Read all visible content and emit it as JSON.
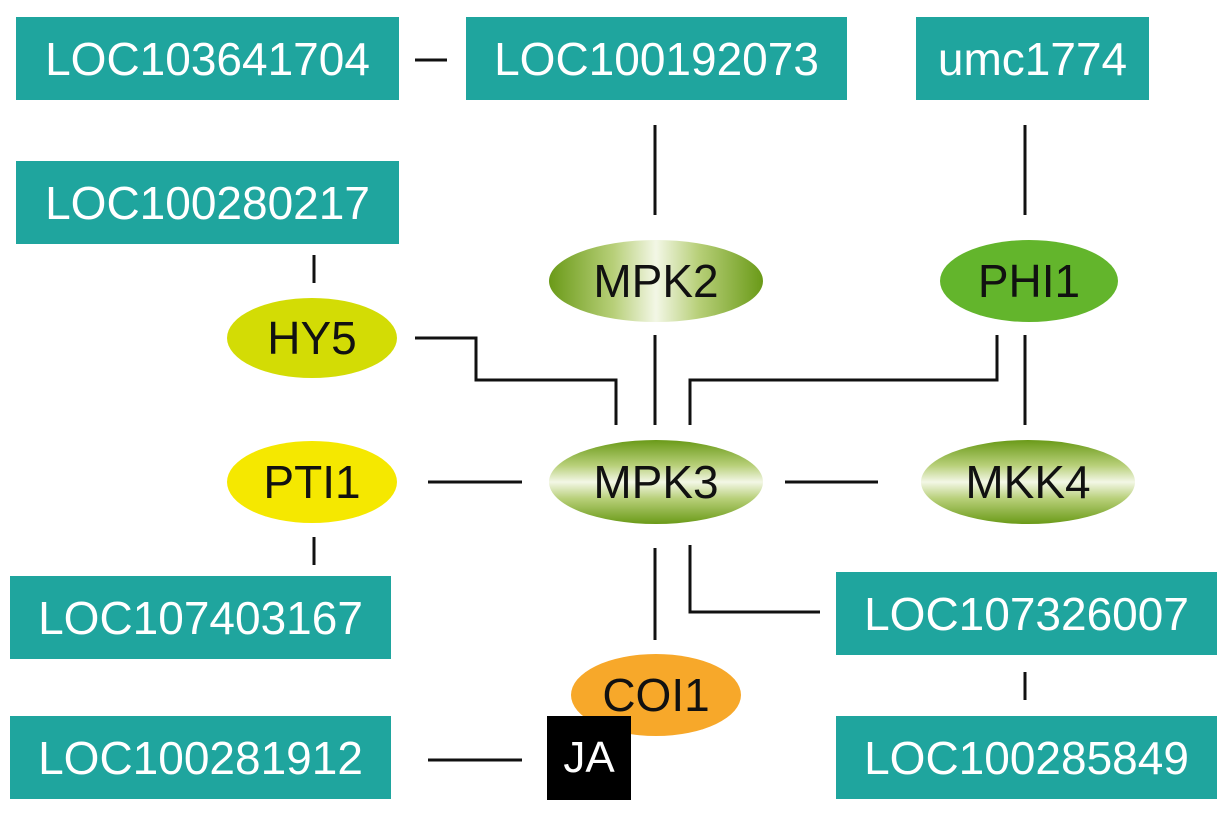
{
  "nodes": {
    "loc103641704": "LOC103641704",
    "loc100192073": "LOC100192073",
    "umc1774": "umc1774",
    "loc100280217": "LOC100280217",
    "mpk2": "MPK2",
    "phi1": "PHI1",
    "hy5": "HY5",
    "pti1": "PTI1",
    "mpk3": "MPK3",
    "mkk4": "MKK4",
    "loc107403167": "LOC107403167",
    "loc107326007": "LOC107326007",
    "coi1": "COI1",
    "loc100281912": "LOC100281912",
    "ja": "JA",
    "loc100285849": "LOC100285849"
  },
  "colors": {
    "gene_box": "#1fa59e",
    "hy5": "#d3dc05",
    "pti1": "#f5e800",
    "phi1": "#63b52c",
    "coi1": "#f7a82a",
    "mpk_gradient": "#6a9a18",
    "ja": "#000000"
  },
  "edges": [
    [
      "LOC103641704",
      "LOC100192073"
    ],
    [
      "LOC100192073",
      "MPK2"
    ],
    [
      "umc1774",
      "PHI1"
    ],
    [
      "LOC100280217",
      "HY5"
    ],
    [
      "HY5",
      "MPK3"
    ],
    [
      "MPK2",
      "MPK3"
    ],
    [
      "PHI1",
      "MPK3"
    ],
    [
      "PHI1",
      "MKK4"
    ],
    [
      "PTI1",
      "MPK3"
    ],
    [
      "MPK3",
      "MKK4"
    ],
    [
      "PTI1",
      "LOC107403167"
    ],
    [
      "MPK3",
      "COI1"
    ],
    [
      "MPK3",
      "LOC107326007"
    ],
    [
      "LOC107326007",
      "LOC100285849"
    ],
    [
      "LOC100281912",
      "JA"
    ]
  ]
}
